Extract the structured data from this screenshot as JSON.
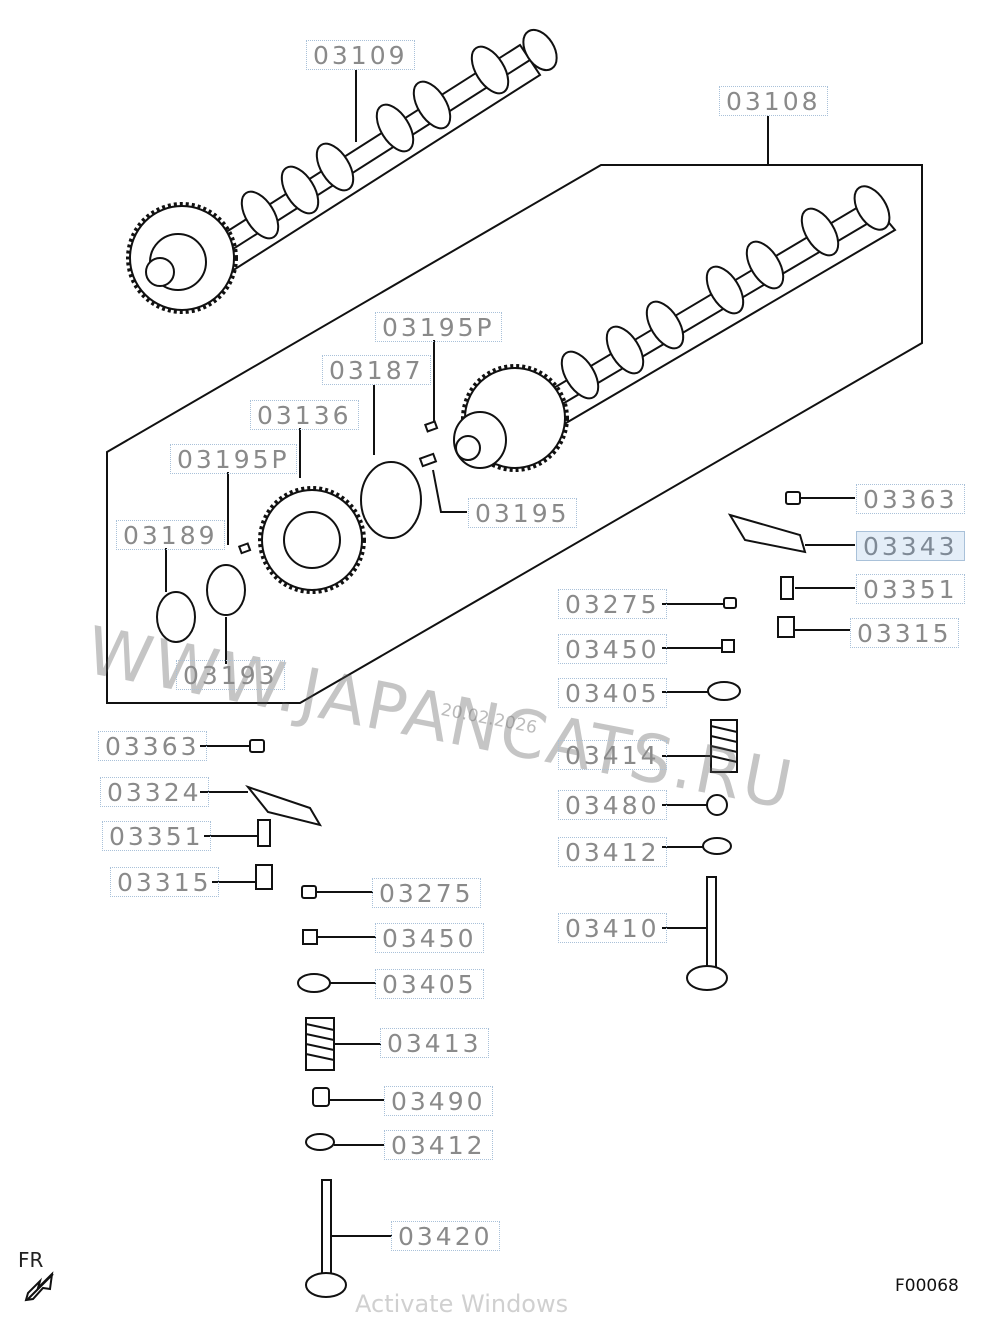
{
  "callouts": {
    "c03109": "03109",
    "c03108": "03108",
    "c03195p_top": "03195P",
    "c03187": "03187",
    "c03136": "03136",
    "c03195p_left": "03195P",
    "c03195": "03195",
    "c03189": "03189",
    "c03193": "03193",
    "c03363_right": "03363",
    "c03343": "03343",
    "c03351_right": "03351",
    "c03315_right": "03315",
    "c03275_right": "03275",
    "c03450_right": "03450",
    "c03405_right": "03405",
    "c03414": "03414",
    "c03480": "03480",
    "c03412_right": "03412",
    "c03410": "03410",
    "c03363_left": "03363",
    "c03324": "03324",
    "c03351_left": "03351",
    "c03315_left": "03315",
    "c03275_left": "03275",
    "c03450_left": "03450",
    "c03405_left": "03405",
    "c03413": "03413",
    "c03490": "03490",
    "c03412_left": "03412",
    "c03420": "03420"
  },
  "watermark": {
    "site": "WWW.JAPANCATS.RU",
    "date": "20.02.2026",
    "bottom": "Activate Windows"
  },
  "footer": {
    "fr_label": "FR",
    "diagram_code": "F00068"
  },
  "colors": {
    "callout_text": "#8a8a8a",
    "callout_border": "#a9c1d9",
    "highlight_bg": "#e4eef8"
  }
}
